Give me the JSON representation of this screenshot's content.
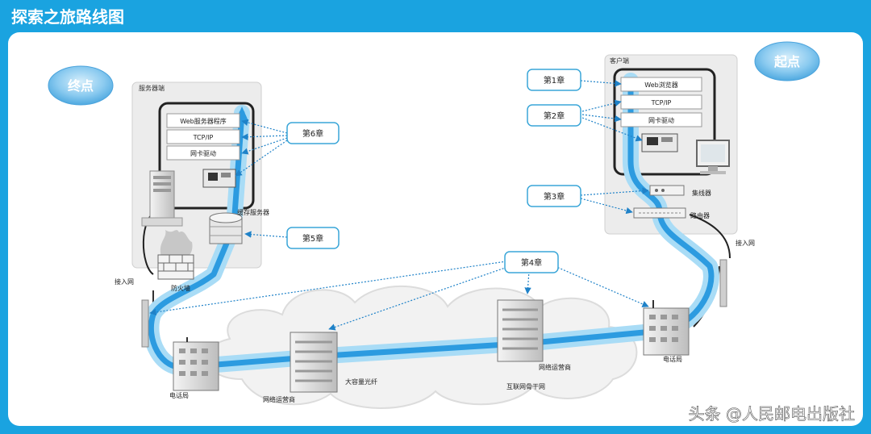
{
  "title": "探索之旅路线图",
  "end_badge": "终点",
  "start_badge": "起点",
  "server": {
    "panel_label": "服务器端",
    "stack": [
      "Web服务器程序",
      "TCP/IP",
      "网卡驱动"
    ],
    "cache_label": "缓存服务器",
    "firewall_label": "防火墙",
    "access_label": "接入网"
  },
  "client": {
    "panel_label": "客户端",
    "stack": [
      "Web浏览器",
      "TCP/IP",
      "网卡驱动"
    ],
    "hub_label": "集线器",
    "router_label": "路由器",
    "access_label": "接入网"
  },
  "chapters": {
    "ch1": "第1章",
    "ch2": "第2章",
    "ch3": "第3章",
    "ch4": "第4章",
    "ch5": "第5章",
    "ch6": "第6章"
  },
  "network": {
    "phone_left": "电话局",
    "phone_right": "电话局",
    "isp_left": "网络运营商",
    "isp_right": "网络运营商",
    "backbone": "互联网骨干网",
    "fiber": "大容量光纤"
  },
  "watermark": "头条 @人民邮电出版社",
  "colors": {
    "frame_blue": "#1aa3e0",
    "flow_blue": "#2c9be0",
    "flow_light": "#a9dcf6",
    "panel_gray": "#ececec",
    "callout_border": "#3aa6d8",
    "arrow_blue": "#1f82c8",
    "badge_blue": "#7fc6ef"
  }
}
